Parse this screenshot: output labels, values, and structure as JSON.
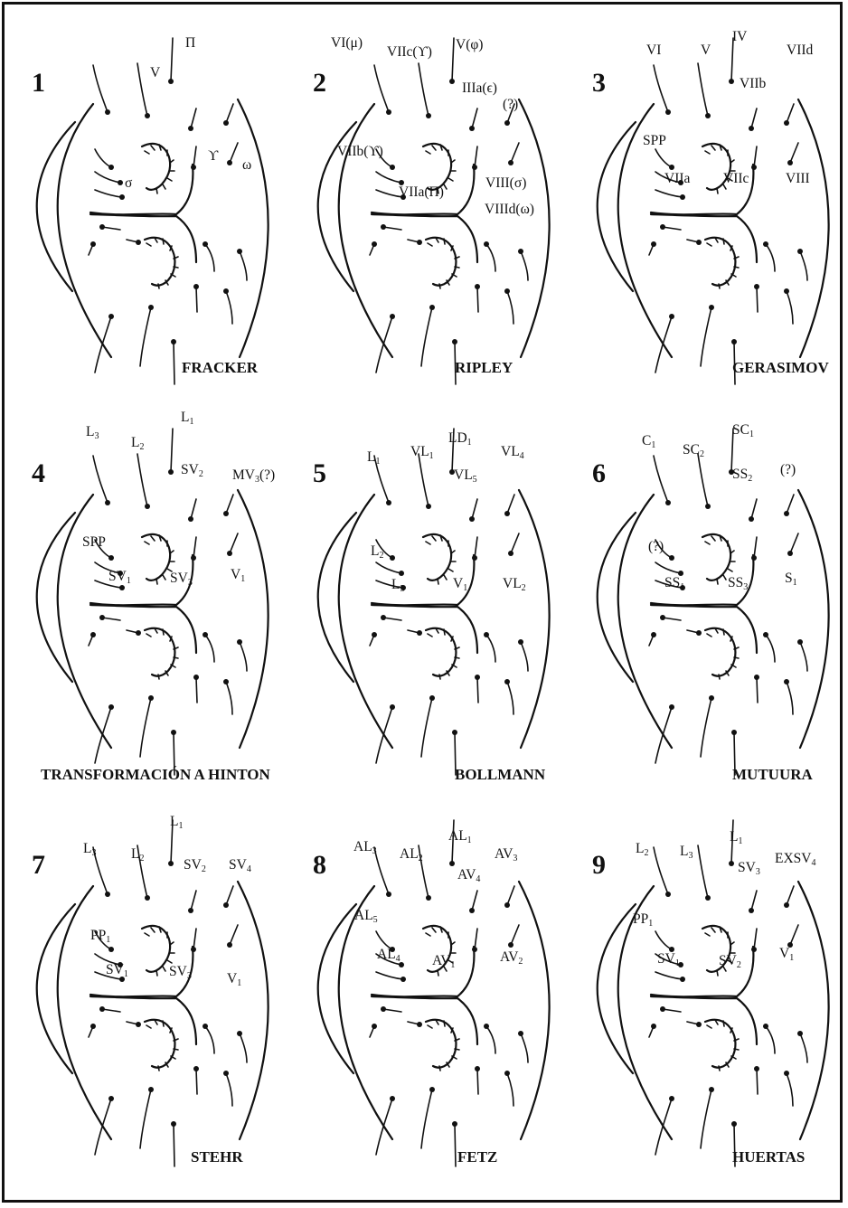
{
  "plates": [
    {
      "number": "1",
      "author": "FRACKER",
      "labels": [
        {
          "key": "a",
          "t": "Π"
        },
        {
          "key": "b",
          "t": "V"
        },
        {
          "key": "c",
          "t": "ϒ"
        },
        {
          "key": "d",
          "t": "σ"
        },
        {
          "key": "e",
          "t": "ω"
        }
      ]
    },
    {
      "number": "2",
      "author": "RIPLEY",
      "labels": [
        {
          "key": "a",
          "t": "VI(μ)"
        },
        {
          "key": "b",
          "t": "VIIc(ϒ)"
        },
        {
          "key": "c",
          "t": "V(φ)"
        },
        {
          "key": "d",
          "t": "IIIa(ϵ)"
        },
        {
          "key": "e",
          "t": "(?)"
        },
        {
          "key": "f",
          "t": "VIIb(ϒ)"
        },
        {
          "key": "g",
          "t": "VIIa(Π)"
        },
        {
          "key": "h",
          "t": "VIII(σ)"
        },
        {
          "key": "i",
          "t": "VIIId(ω)"
        }
      ]
    },
    {
      "number": "3",
      "author": "GERASIMOV",
      "labels": [
        {
          "key": "a",
          "t": "VI"
        },
        {
          "key": "b",
          "t": "V"
        },
        {
          "key": "c",
          "t": "IV"
        },
        {
          "key": "d",
          "t": "VIIb"
        },
        {
          "key": "e",
          "t": "VIId"
        },
        {
          "key": "f",
          "t": "SPP"
        },
        {
          "key": "g",
          "t": "VIIa"
        },
        {
          "key": "h",
          "t": "VIIc"
        },
        {
          "key": "i",
          "t": "VIII"
        }
      ]
    },
    {
      "number": "4",
      "author": "TRANSFORMACIÓN A HINTON",
      "labels": [
        {
          "key": "a",
          "t": "L",
          "s": "3"
        },
        {
          "key": "b",
          "t": "L",
          "s": "2"
        },
        {
          "key": "c",
          "t": "L",
          "s": "1"
        },
        {
          "key": "d",
          "t": "SV",
          "s": "2"
        },
        {
          "key": "e",
          "t": "MV",
          "s": "3",
          "x": "(?)"
        },
        {
          "key": "f",
          "t": "SPP"
        },
        {
          "key": "g",
          "t": "SV",
          "s": "1"
        },
        {
          "key": "h",
          "t": "SV",
          "s": "3"
        },
        {
          "key": "i",
          "t": "V",
          "s": "1"
        }
      ]
    },
    {
      "number": "5",
      "author": "BOLLMANN",
      "labels": [
        {
          "key": "a",
          "t": "L",
          "s": "1"
        },
        {
          "key": "b",
          "t": "VL",
          "s": "1"
        },
        {
          "key": "c",
          "t": "LD",
          "s": "1"
        },
        {
          "key": "d",
          "t": "VL",
          "s": "5"
        },
        {
          "key": "e",
          "t": "VL",
          "s": "4"
        },
        {
          "key": "f",
          "t": "L",
          "s": "2"
        },
        {
          "key": "g",
          "t": "L",
          "s": "3"
        },
        {
          "key": "h",
          "t": "V",
          "s": "1"
        },
        {
          "key": "i",
          "t": "VL",
          "s": "2"
        }
      ]
    },
    {
      "number": "6",
      "author": "MUTUURA",
      "labels": [
        {
          "key": "a",
          "t": "C",
          "s": "1"
        },
        {
          "key": "b",
          "t": "SC",
          "s": "2"
        },
        {
          "key": "c",
          "t": "SC",
          "s": "1"
        },
        {
          "key": "d",
          "t": "SS",
          "s": "2"
        },
        {
          "key": "e",
          "t": "(?)"
        },
        {
          "key": "f",
          "t": "(?)"
        },
        {
          "key": "g",
          "t": "SS",
          "s": "1"
        },
        {
          "key": "h",
          "t": "SS",
          "s": "3"
        },
        {
          "key": "i",
          "t": "S",
          "s": "1"
        }
      ]
    },
    {
      "number": "7",
      "author": "STEHR",
      "labels": [
        {
          "key": "a",
          "t": "L",
          "s": "3"
        },
        {
          "key": "b",
          "t": "L",
          "s": "2"
        },
        {
          "key": "c",
          "t": "L",
          "s": "1"
        },
        {
          "key": "d",
          "t": "SV",
          "s": "2"
        },
        {
          "key": "e",
          "t": "SV",
          "s": "4"
        },
        {
          "key": "f",
          "t": "PP",
          "s": "1"
        },
        {
          "key": "g",
          "t": "SV",
          "s": "1"
        },
        {
          "key": "h",
          "t": "SV",
          "s": "3"
        },
        {
          "key": "i",
          "t": "V",
          "s": "1"
        }
      ]
    },
    {
      "number": "8",
      "author": "FETZ",
      "labels": [
        {
          "key": "a",
          "t": "AL",
          "s": "3"
        },
        {
          "key": "b",
          "t": "AL",
          "s": "2"
        },
        {
          "key": "c",
          "t": "AL",
          "s": "1"
        },
        {
          "key": "d",
          "t": "AV",
          "s": "4"
        },
        {
          "key": "e",
          "t": "AV",
          "s": "3"
        },
        {
          "key": "f",
          "t": "AL",
          "s": "5"
        },
        {
          "key": "g",
          "t": "AL",
          "s": "4"
        },
        {
          "key": "h",
          "t": "AV",
          "s": "1"
        },
        {
          "key": "i",
          "t": "AV",
          "s": "2"
        }
      ]
    },
    {
      "number": "9",
      "author": "HUERTAS",
      "labels": [
        {
          "key": "a",
          "t": "L",
          "s": "2"
        },
        {
          "key": "b",
          "t": "L",
          "s": "3"
        },
        {
          "key": "c",
          "t": "L",
          "s": "1"
        },
        {
          "key": "d",
          "t": "SV",
          "s": "3"
        },
        {
          "key": "e",
          "t": "EXSV",
          "s": "4"
        },
        {
          "key": "f",
          "t": "PP",
          "s": "1"
        },
        {
          "key": "g",
          "t": "SV",
          "s": "1"
        },
        {
          "key": "h",
          "t": "SV",
          "s": "2"
        },
        {
          "key": "i",
          "t": "V",
          "s": "1"
        }
      ]
    }
  ]
}
